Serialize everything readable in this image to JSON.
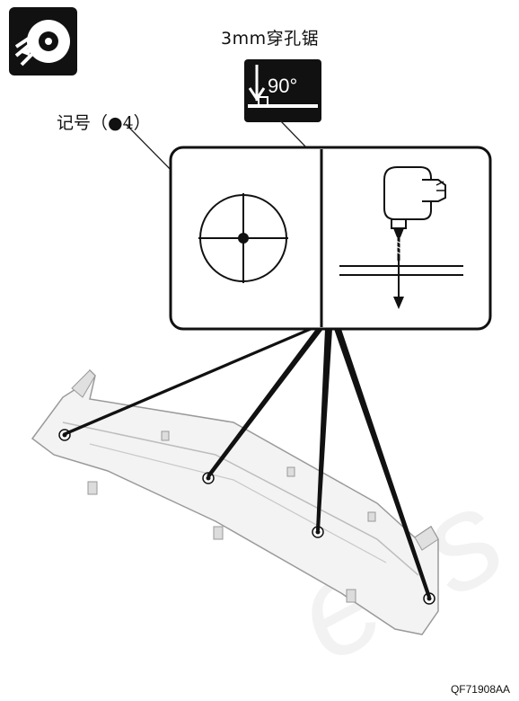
{
  "labels": {
    "drill_size": "3mm穿孔锯",
    "mark": "记号（●4）",
    "angle": "90°",
    "part_code": "QF71908AA"
  },
  "icons": {
    "tool_icon": "drilling-tool-icon",
    "angle_icon": "perpendicular-90-icon",
    "drill_icon": "power-drill-icon"
  },
  "watermark": "ess"
}
